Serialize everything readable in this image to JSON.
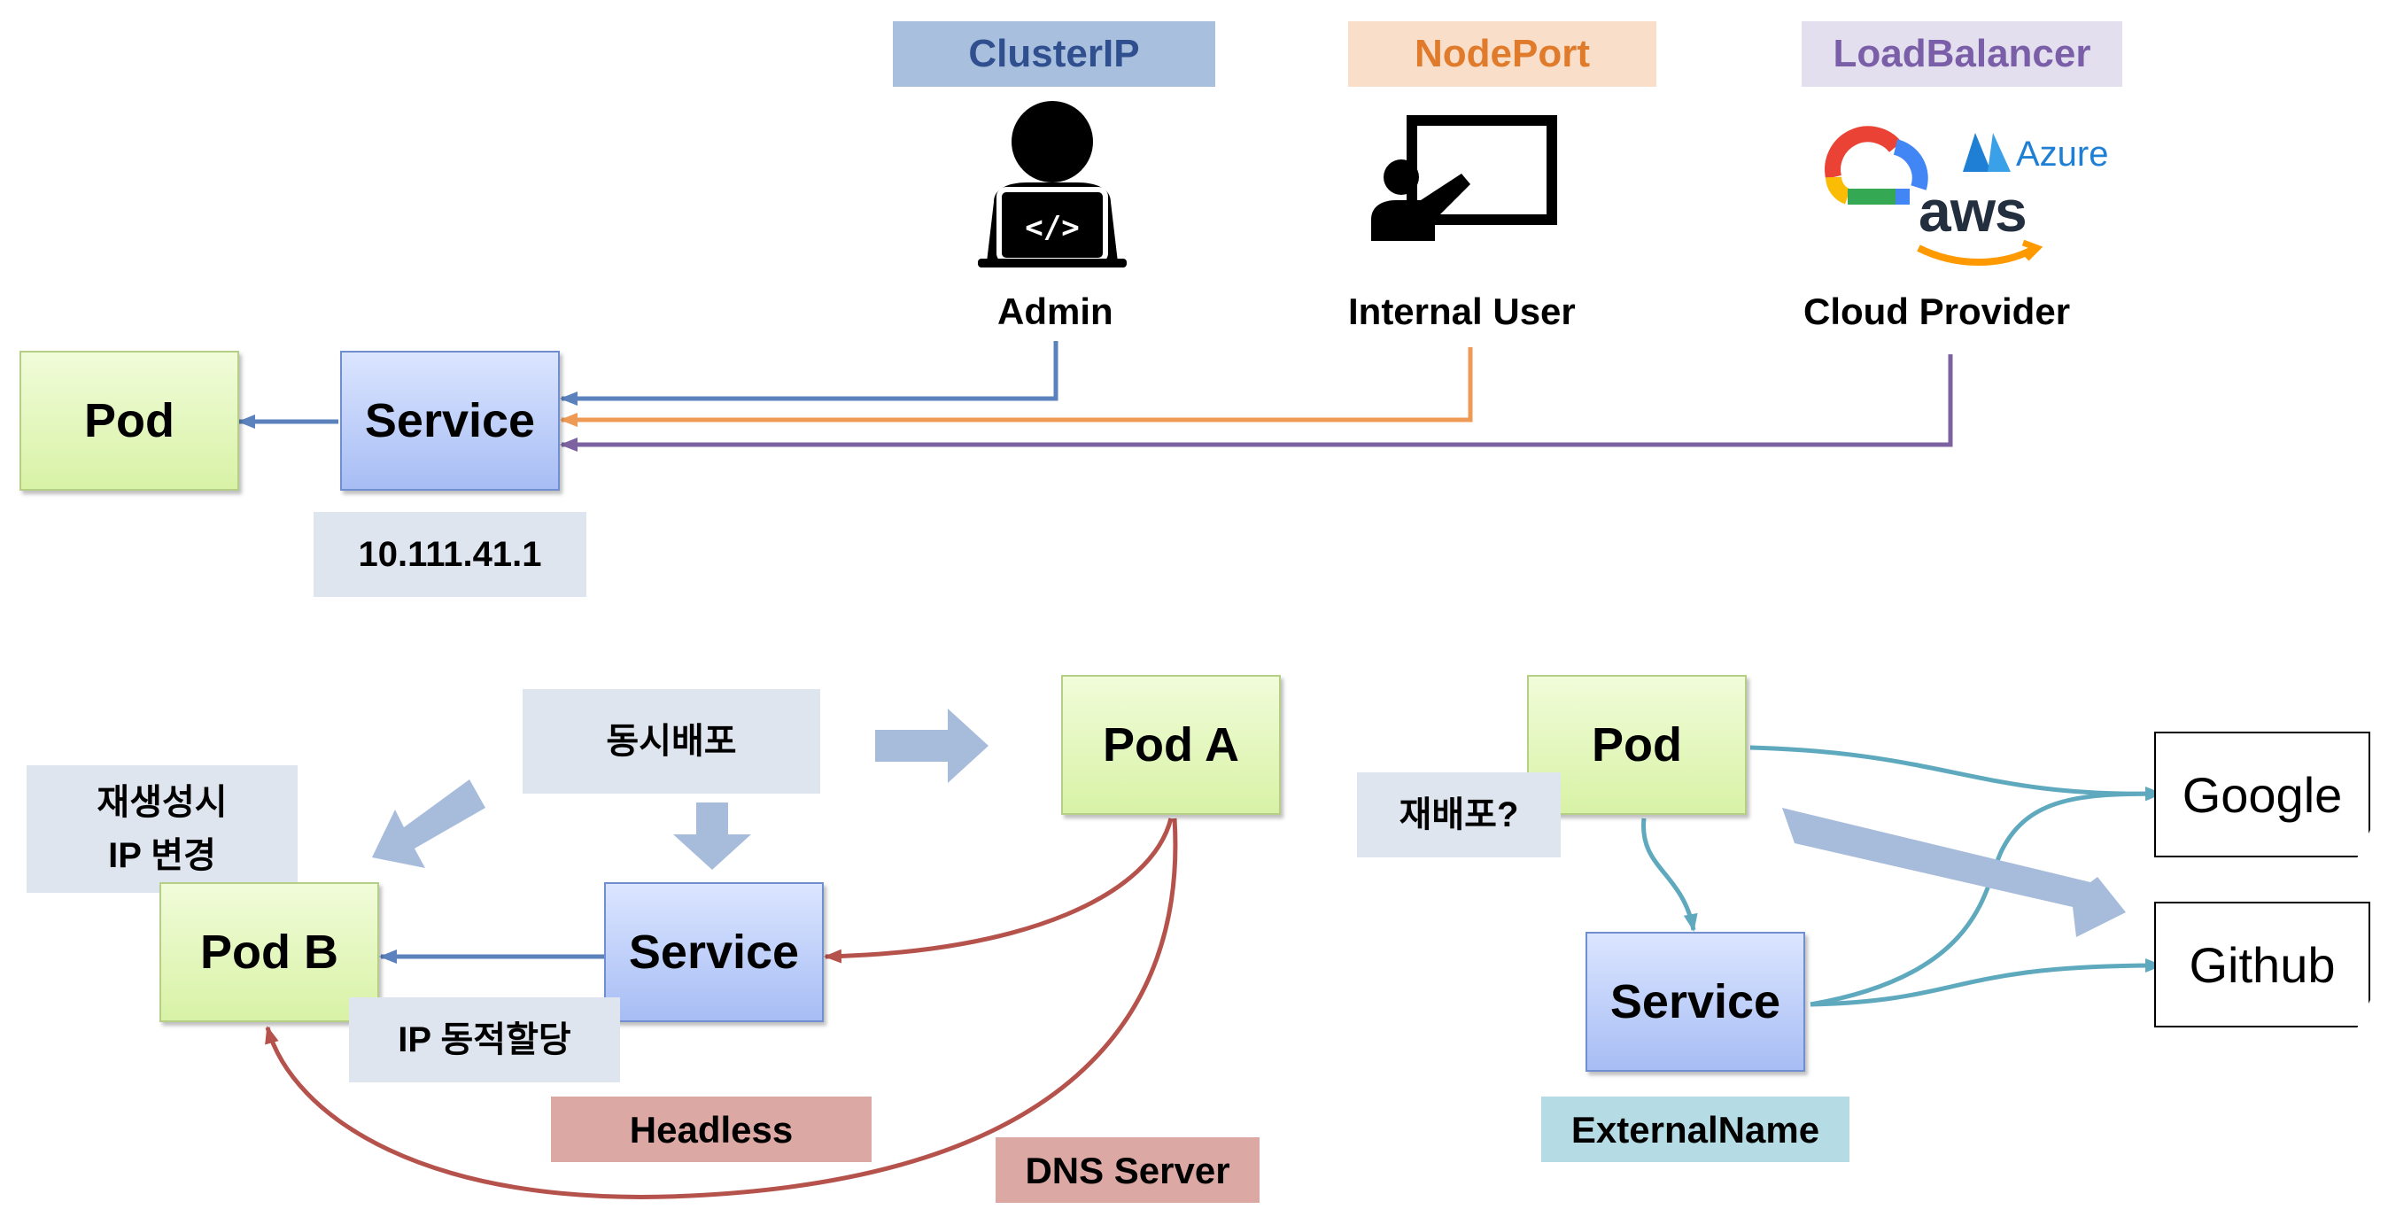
{
  "top": {
    "types": {
      "clusterip": {
        "label": "ClusterIP",
        "bg": "#a9bfde",
        "color": "#2f4f8f"
      },
      "nodeport": {
        "label": "NodePort",
        "bg": "#f9dfc9",
        "color": "#e07b2c"
      },
      "loadbalancer": {
        "label": "LoadBalancer",
        "bg": "#e3dfee",
        "color": "#7a5fa8"
      }
    },
    "actors": {
      "admin": "Admin",
      "internal_user": "Internal User",
      "cloud_provider": "Cloud Provider"
    },
    "cloud_logos": {
      "azure": "Azure",
      "aws": "aws"
    },
    "pod": "Pod",
    "service": "Service",
    "service_ip": "10.111.41.1"
  },
  "headless": {
    "simultaneous_deploy": "동시배포",
    "pod_a": "Pod A",
    "pod_b": "Pod B",
    "service": "Service",
    "ip_change_line1": "재생성시",
    "ip_change_line2": "IP 변경",
    "ip_dynamic": "IP 동적할당",
    "headless_label": "Headless",
    "dns_server": "DNS Server"
  },
  "external": {
    "pod": "Pod",
    "redeploy": "재배포?",
    "service": "Service",
    "external_name": "ExternalName",
    "google": "Google",
    "github": "Github"
  },
  "colors": {
    "clusterip_arrow": "#5b82bd",
    "nodeport_arrow": "#ee9a54",
    "loadbalancer_arrow": "#7d62a1",
    "headless_arrow": "#b5524c",
    "externalname_arrow": "#5fa9bf",
    "block_arrow": "#a7bcdb"
  }
}
